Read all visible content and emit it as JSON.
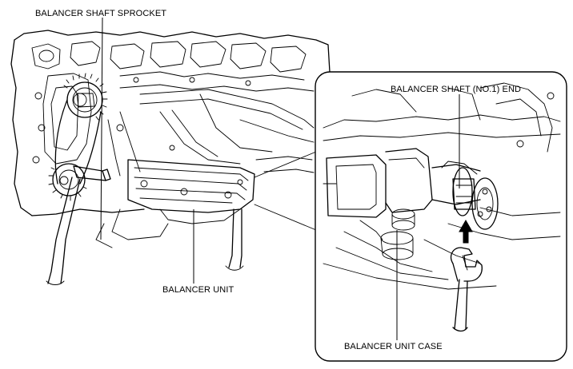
{
  "labels": {
    "balancer_shaft_sprocket": "BALANCER SHAFT SPROCKET",
    "balancer_unit": "BALANCER UNIT",
    "balancer_shaft_no1_end": "BALANCER SHAFT (NO.1) END",
    "balancer_unit_case": "BALANCER UNIT CASE"
  },
  "icons": {
    "direction_arrow": "up-arrow-icon",
    "wrench": "wrench-icon"
  },
  "colors": {
    "line": "#000000",
    "background": "#ffffff",
    "callout_fill": "#ffffff"
  }
}
